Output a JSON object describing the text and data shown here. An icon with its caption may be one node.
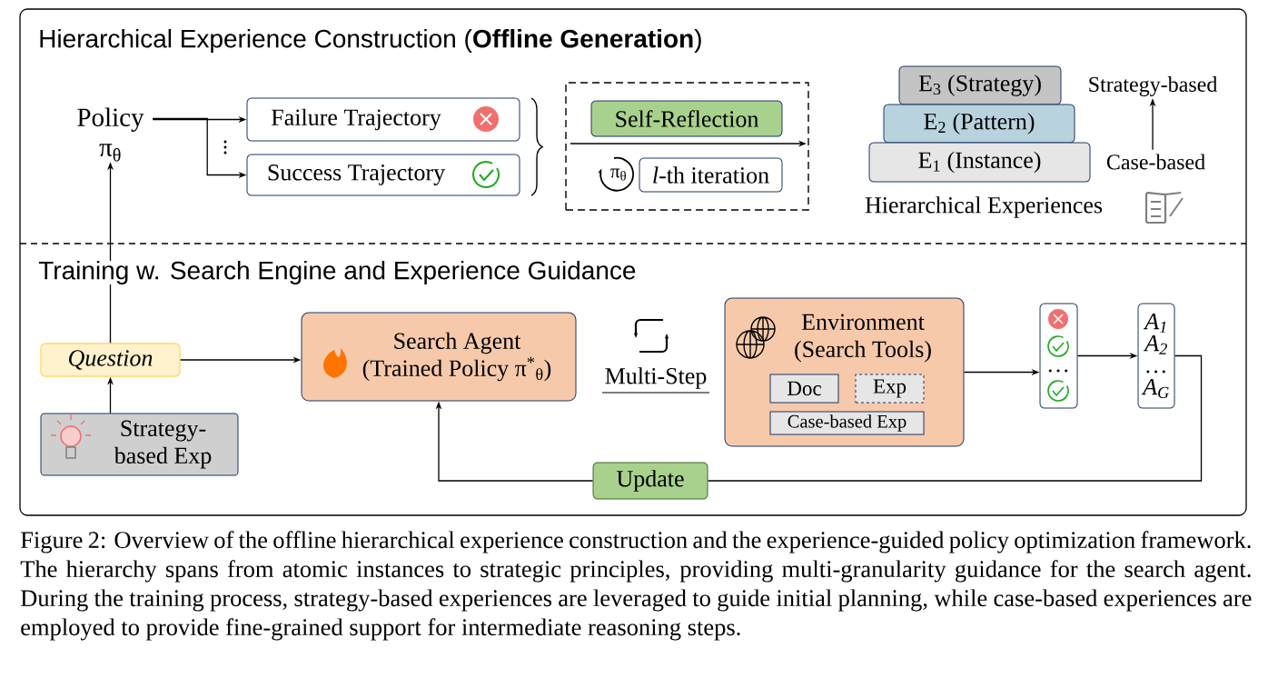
{
  "diagram": {
    "caption": "Figure 2: Overview of the offline hierarchical experience construction and the experience-guided policy optimization framework. The hierarchy spans from atomic instances to strategic principles, providing multi-granularity guidance for the search agent. During the training process, strategy-based experiences are leveraged to guide initial planning, while case-based experiences are employed to provide fine-grained support for intermediate reasoning steps.",
    "nodes": [
      {
        "text": [
          "Policy π$_{θ}$"
        ]
      },
      {
        "text": [
          "Failure Trajectory"
        ]
      },
      {
        "text": [
          "Success Trajectory"
        ]
      },
      {
        "text": [],
        "shape": "box"
      },
      {
        "text": [
          "Self-Reflection"
        ],
        "in": 3
      },
      {
        "text": [
          "*l*-th iteration"
        ],
        "in": 3
      },
      {
        "text": [
          "E$_{3}$ (Strategy)"
        ]
      },
      {
        "text": [
          "E$_{2}$ (Pattern)"
        ]
      },
      {
        "text": [
          "E$_{1}$ (Instance)"
        ]
      },
      {
        "text": [
          "Strategy-based"
        ]
      },
      {
        "text": [
          "Case-based"
        ]
      },
      {
        "text": [
          "Question"
        ]
      },
      {
        "text": [
          "Strategy-based Exp"
        ]
      },
      {
        "text": [
          "Search Agent",
          "(Trained Policy π$^{*}$$_{θ}$)"
        ]
      },
      {
        "text": [
          "Environment (Search Tools)"
        ]
      },
      {
        "text": [
          "Doc"
        ],
        "in": 14
      },
      {
        "text": [
          "Exp"
        ],
        "in": 14
      },
      {
        "text": [
          "Case-based Exp"
        ],
        "in": 14
      },
      {
        "text": [
          "…"
        ]
      },
      {
        "text": [
          "A$_{1}$ A$_{2}$ … A$_{G}$"
        ]
      },
      {
        "text": [
          "Update"
        ]
      }
    ],
    "edges": [
      {
        "from": 0,
        "to": 1,
        "arrow": "to"
      },
      {
        "from": 0,
        "to": 2,
        "arrow": "to"
      },
      {
        "from": 10,
        "to": 9,
        "arrow": "to"
      },
      {
        "from": 11,
        "to": 0,
        "arrow": "to"
      },
      {
        "from": 12,
        "to": 11,
        "arrow": "to"
      },
      {
        "from": 11,
        "to": 13,
        "arrow": "to"
      },
      {
        "from": 14,
        "to": 18,
        "arrow": "to"
      },
      {
        "from": 18,
        "to": 19,
        "arrow": "to"
      },
      {
        "from": 19,
        "to": 20,
        "arrow": "none"
      },
      {
        "from": 20,
        "to": 13,
        "arrow": "to"
      }
    ],
    "labels": [
      "Hierarchical Experience Construction (**Offline Generation**)",
      "π$_{θ}$",
      "Hierarchical Experiences",
      "Training w. Search Engine and Experience Guidance",
      "Multi-Step"
    ]
  }
}
